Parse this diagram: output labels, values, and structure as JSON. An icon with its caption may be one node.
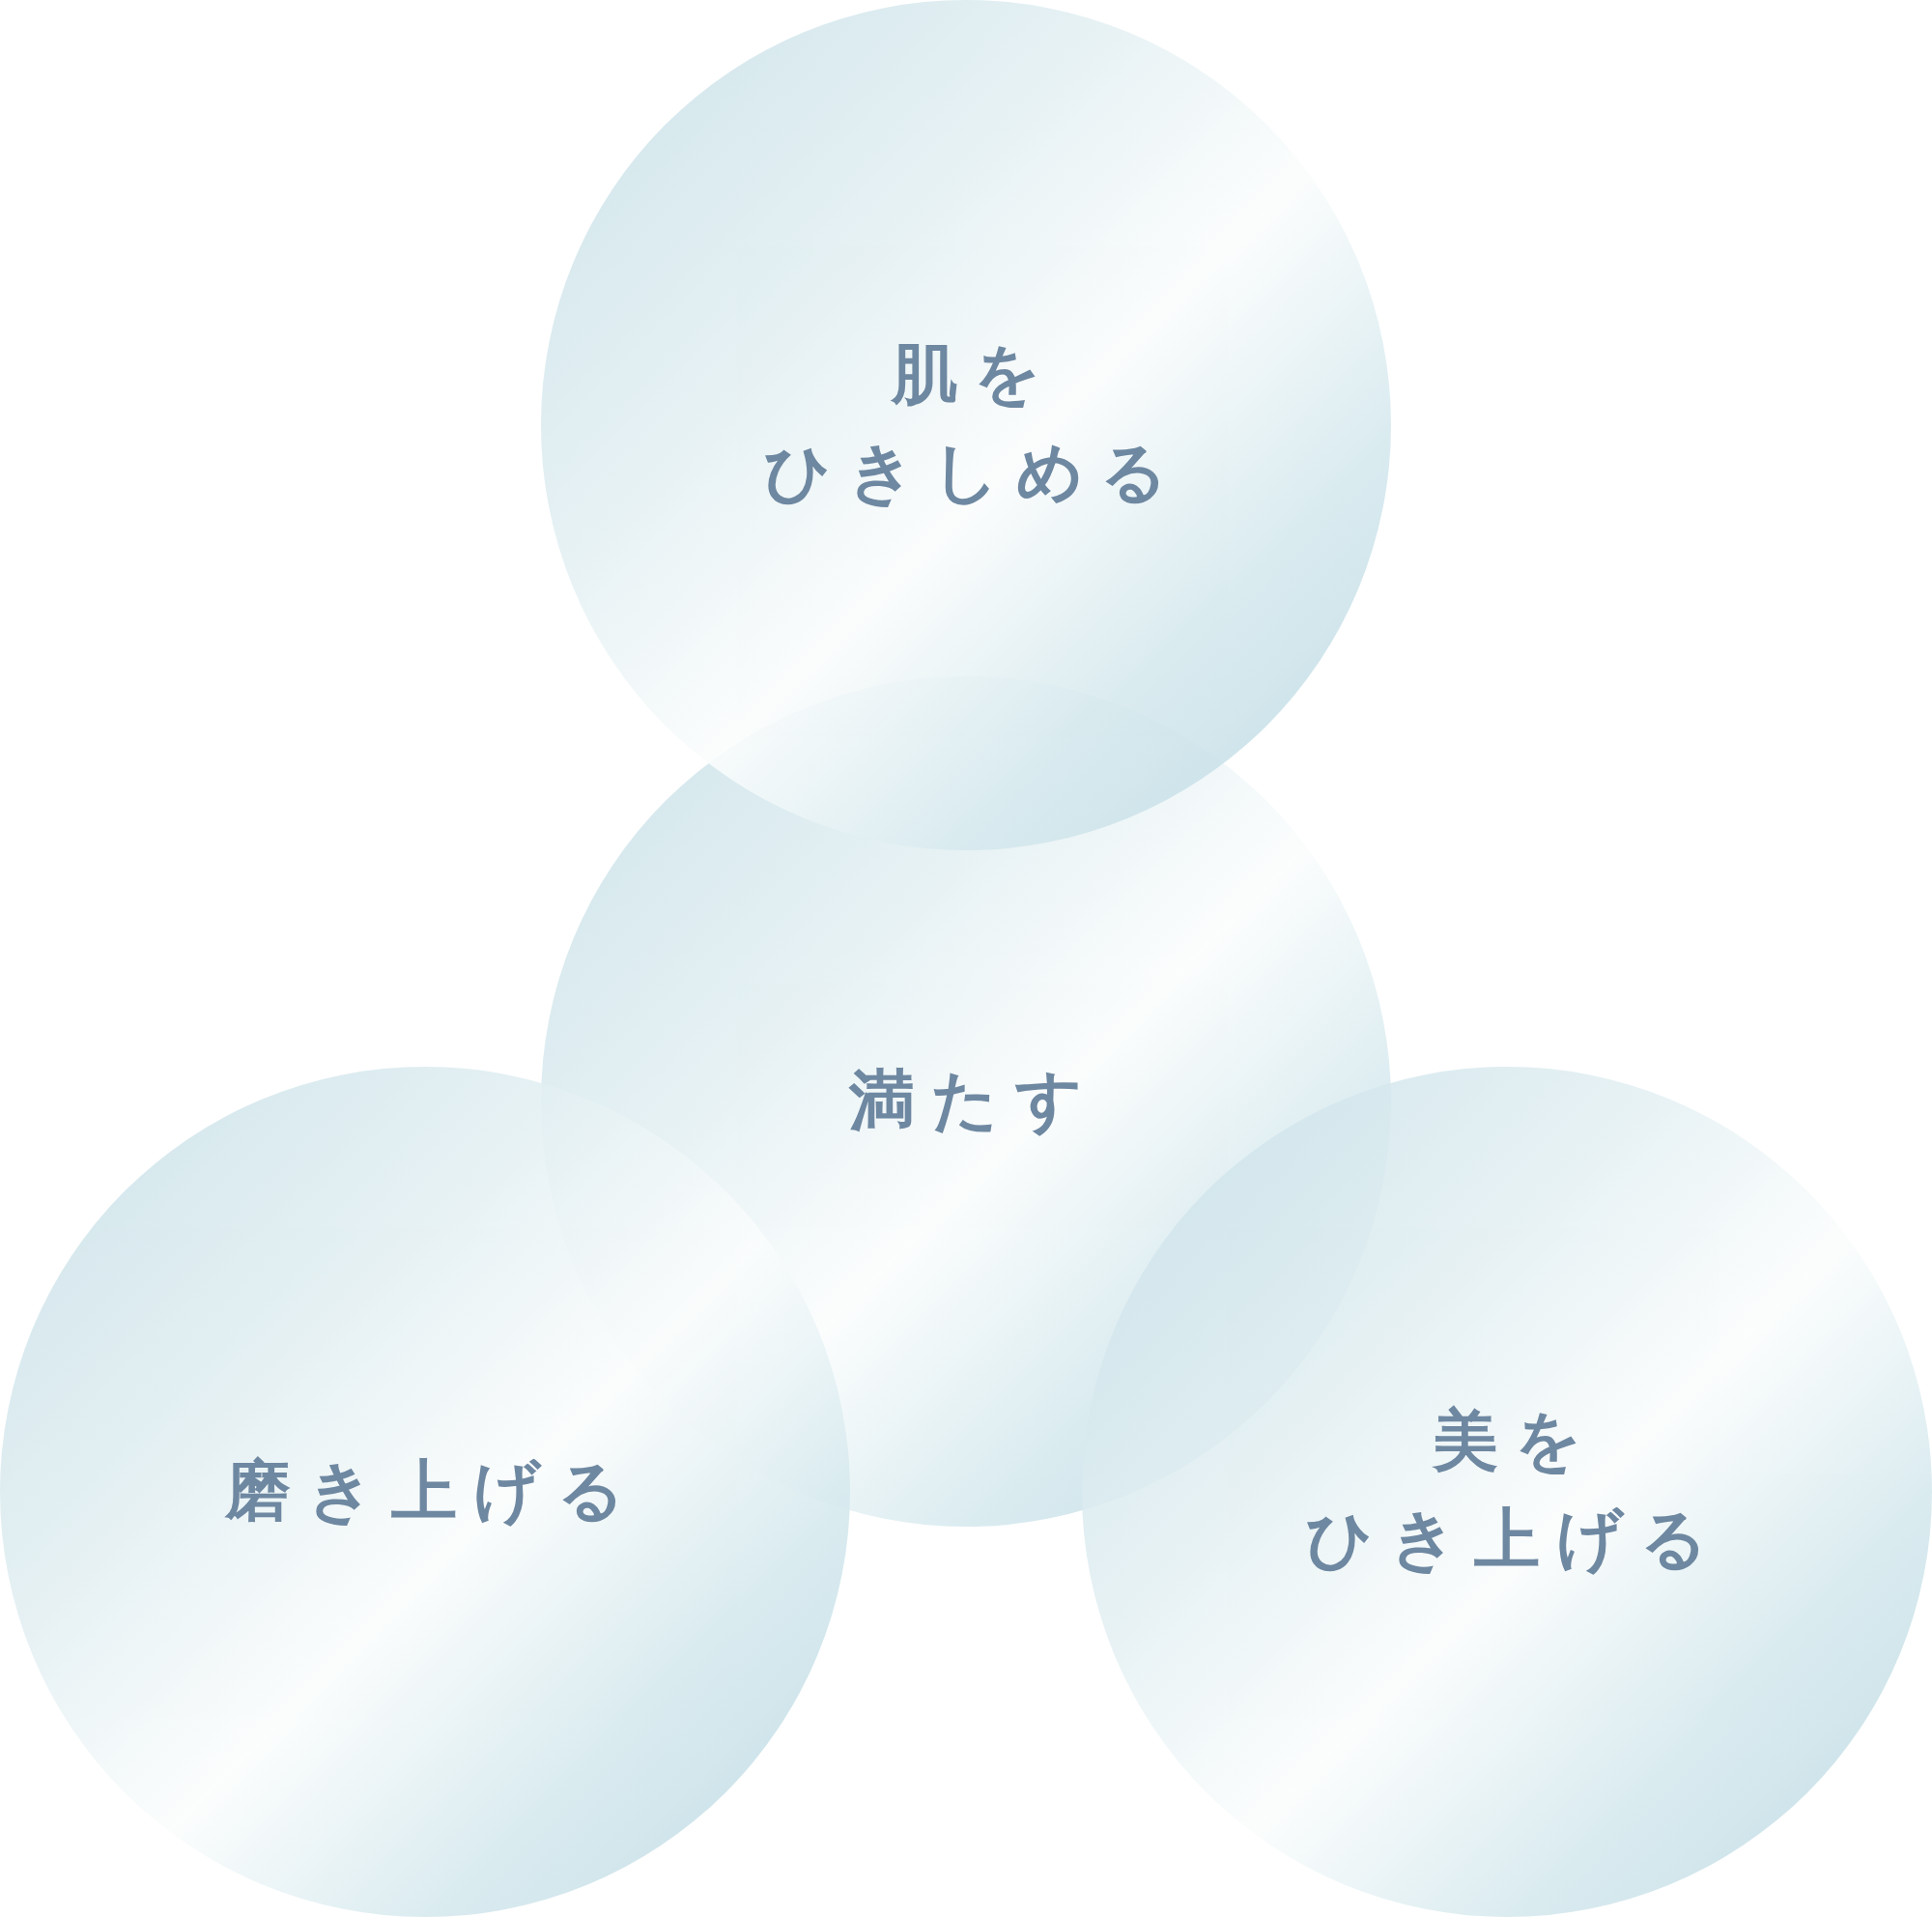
{
  "diagram": {
    "nodes": [
      {
        "text": [
          "肌を",
          "ひきしめる"
        ]
      },
      {
        "text": [
          "満たす"
        ]
      },
      {
        "text": [
          "磨き上げる"
        ]
      },
      {
        "text": [
          "美を",
          "ひき上げる"
        ]
      }
    ]
  }
}
